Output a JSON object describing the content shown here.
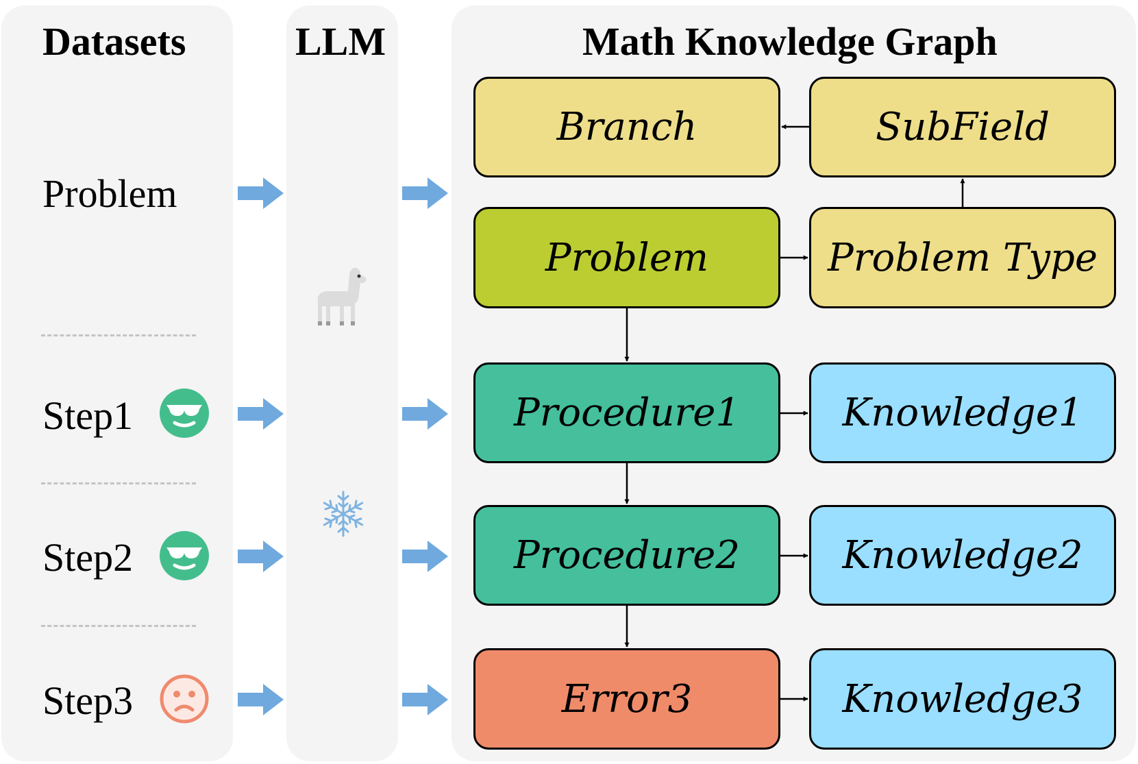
{
  "panels": {
    "datasets": {
      "title": "Datasets"
    },
    "llm": {
      "title": "LLM"
    },
    "graph": {
      "title": "Math Knowledge Graph"
    }
  },
  "datasets": {
    "problem": "Problem",
    "step1": "Step1",
    "step2": "Step2",
    "step3": "Step3"
  },
  "llm_icons": [
    "llama-icon",
    "snowflake-icon"
  ],
  "status_icons": [
    "cool-face-icon",
    "cool-face-icon",
    "sad-face-icon"
  ],
  "nodes": {
    "branch": "Branch",
    "subfield": "SubField",
    "problem": "Problem",
    "problem_type": "Problem Type",
    "procedure1": "Procedure1",
    "knowledge1": "Knowledge1",
    "procedure2": "Procedure2",
    "knowledge2": "Knowledge2",
    "error3": "Error3",
    "knowledge3": "Knowledge3"
  },
  "colors": {
    "panel": "#f4f4f4",
    "category": "#eede8a",
    "problem": "#bccd32",
    "procedure": "#45bf9c",
    "knowledge": "#9adfff",
    "error": "#f08b6a",
    "flow_arrow": "#6fa9de",
    "happy_face": "#44bd8d",
    "sad_face": "#ef8a6e"
  }
}
